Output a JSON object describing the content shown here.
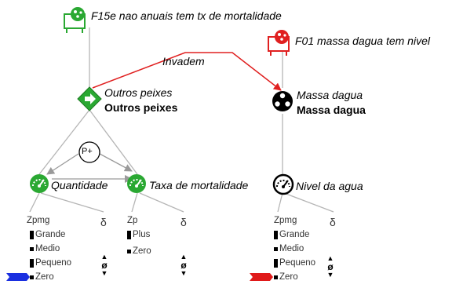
{
  "scenario_left": {
    "label": "F15e nao anuais tem tx de mortalidade"
  },
  "scenario_right": {
    "label": "F01 massa dagua tem nivel"
  },
  "relation": {
    "label": "Invadem"
  },
  "entity_left": {
    "italic": "Outros peixes",
    "bold": "Outros peixes"
  },
  "entity_right": {
    "italic": "Massa dagua",
    "bold": "Massa dagua"
  },
  "correspondence": {
    "label": "P+"
  },
  "quantities": [
    {
      "name": "Quantidade",
      "space_name": "Zpmg",
      "values": [
        "Grande",
        "Medio",
        "Pequeno",
        "Zero"
      ],
      "derivative_label": "δ",
      "derivative_value": "ø",
      "current_value": "Zero",
      "marker_color": "#1a2fe0"
    },
    {
      "name": "Taxa de mortalidade",
      "space_name": "Zp",
      "values": [
        "Plus",
        "Zero"
      ],
      "derivative_label": "δ",
      "derivative_value": "ø"
    },
    {
      "name": "Nivel da agua",
      "space_name": "Zpmg",
      "values": [
        "Grande",
        "Medio",
        "Pequeno",
        "Zero"
      ],
      "derivative_label": "δ",
      "derivative_value": "ø",
      "current_value": "Zero",
      "marker_color": "#e01a1a"
    }
  ],
  "colors": {
    "green": "#2aa832",
    "red": "#e02020",
    "line": "#b0b0b0"
  }
}
